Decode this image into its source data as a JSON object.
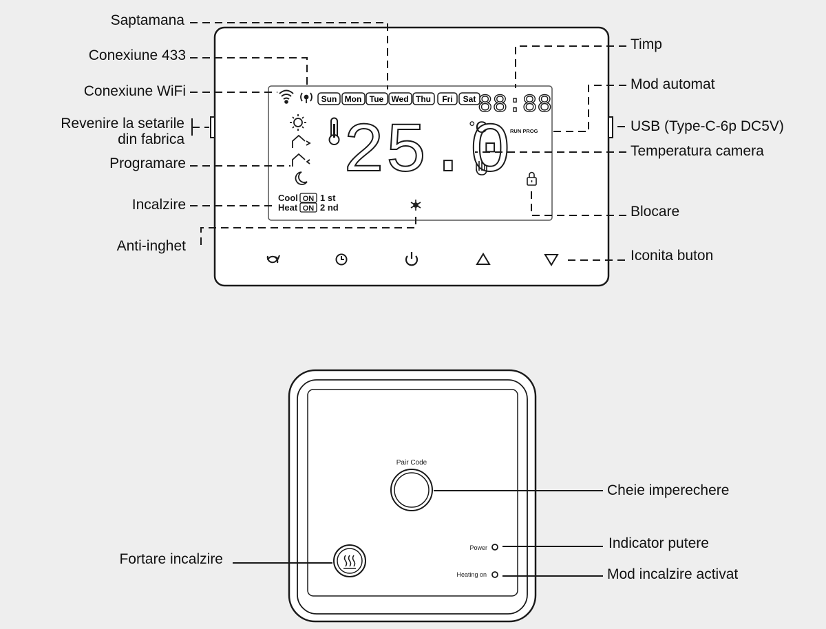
{
  "thermostat": {
    "days": [
      "Sun",
      "Mon",
      "Tue",
      "Wed",
      "Thu",
      "Fri",
      "Sat"
    ],
    "time_display": "88:88",
    "temperature": "25.0",
    "unit": "°C",
    "mode_text": "RUN PROG",
    "cool_label": "Cool",
    "heat_label": "Heat",
    "on_badge": "ON",
    "first_stage": "1 st",
    "second_stage": "2 nd"
  },
  "labels": {
    "saptamana": "Saptamana",
    "conexiune_433": "Conexiune 433",
    "conexiune_wifi": "Conexiune WiFi",
    "revenire_1": "Revenire la setarile",
    "revenire_2": "din fabrica",
    "programare": "Programare",
    "incalzire": "Incalzire",
    "anti_inghet": "Anti-inghet",
    "timp": "Timp",
    "mod_automat": "Mod automat",
    "usb": "USB (Type-C-6p DC5V)",
    "temperatura_camera": "Temperatura camera",
    "blocare": "Blocare",
    "iconita_buton": "Iconita buton"
  },
  "receiver": {
    "pair_code": "Pair Code",
    "power": "Power",
    "heating_on": "Heating on",
    "cheie_imperechere": "Cheie imperechere",
    "indicator_putere": "Indicator putere",
    "mod_incalzire": "Mod incalzire activat",
    "fortare_incalzire": "Fortare incalzire"
  }
}
